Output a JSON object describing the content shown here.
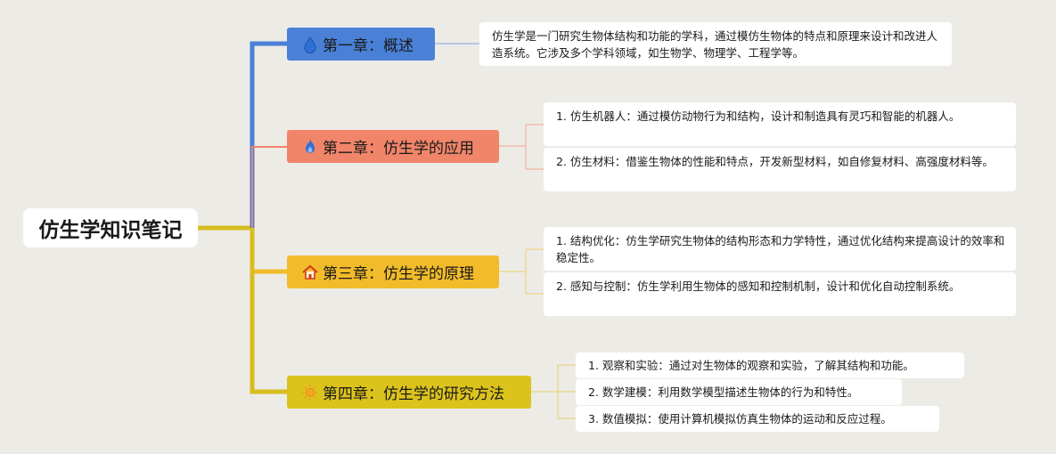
{
  "title": "仿生学知识笔记",
  "colors": {
    "background": "#edebe6",
    "chapter1": "#4a80d6",
    "chapter2": "#f0856a",
    "chapter3": "#f2bb2a",
    "chapter4": "#dcc31c",
    "root_trunk": "#d7be1f"
  },
  "chapters": [
    {
      "label": "第一章：概述",
      "icon": "water-drop-icon",
      "notes": [
        "仿生学是一门研究生物体结构和功能的学科，通过模仿生物体的特点和原理来设计和改进人造系统。它涉及多个学科领域，如生物学、物理学、工程学等。"
      ]
    },
    {
      "label": "第二章：仿生学的应用",
      "icon": "flame-icon",
      "notes": [
        "1. 仿生机器人：通过模仿动物行为和结构，设计和制造具有灵巧和智能的机器人。",
        "2. 仿生材料：借鉴生物体的性能和特点，开发新型材料，如自修复材料、高强度材料等。"
      ]
    },
    {
      "label": "第三章：仿生学的原理",
      "icon": "home-icon",
      "notes": [
        "1. 结构优化：仿生学研究生物体的结构形态和力学特性，通过优化结构来提高设计的效率和稳定性。",
        "2. 感知与控制：仿生学利用生物体的感知和控制机制，设计和优化自动控制系统。"
      ]
    },
    {
      "label": "第四章：仿生学的研究方法",
      "icon": "sun-icon",
      "notes": [
        "1. 观察和实验：通过对生物体的观察和实验，了解其结构和功能。",
        "2. 数学建模：利用数学模型描述生物体的行为和特性。",
        "3. 数值模拟：使用计算机模拟仿真生物体的运动和反应过程。"
      ]
    }
  ]
}
